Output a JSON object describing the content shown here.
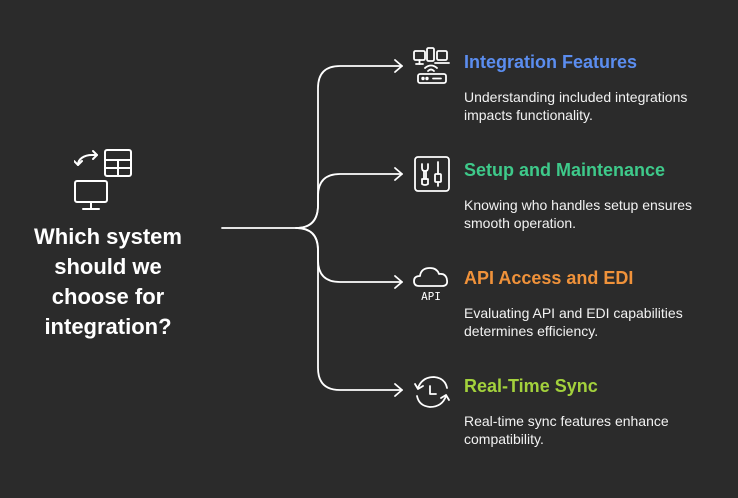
{
  "root": {
    "question": "Which system should we choose for integration?",
    "icon": "monitor-sync-table-icon"
  },
  "items": [
    {
      "title": "Integration Features",
      "description": "Understanding included integrations impacts functionality.",
      "color": "#5b8def",
      "icon": "devices-router-icon"
    },
    {
      "title": "Setup and Maintenance",
      "description": "Knowing who handles setup ensures smooth operation.",
      "color": "#3ec98a",
      "icon": "tools-icon"
    },
    {
      "title": "API Access and EDI",
      "description": "Evaluating API and EDI capabilities determines efficiency.",
      "color": "#f0923a",
      "icon": "cloud-api-icon",
      "icon_text": "API"
    },
    {
      "title": "Real-Time Sync",
      "description": "Real-time sync features enhance compatibility.",
      "color": "#a3d13c",
      "icon": "clock-sync-icon"
    }
  ]
}
